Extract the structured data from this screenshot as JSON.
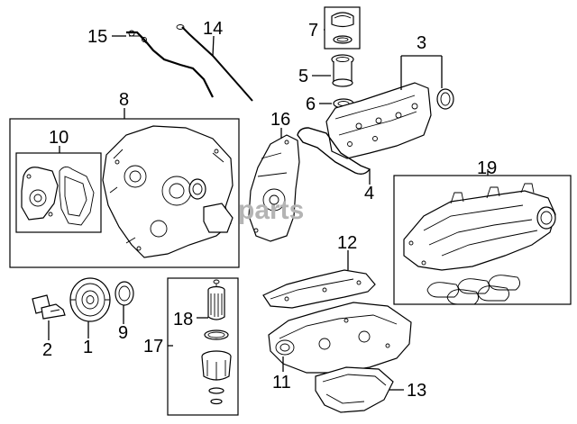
{
  "watermark": "parts",
  "callouts": [
    {
      "id": "c1",
      "text": "1"
    },
    {
      "id": "c2",
      "text": "2"
    },
    {
      "id": "c3",
      "text": "3"
    },
    {
      "id": "c4",
      "text": "4"
    },
    {
      "id": "c5",
      "text": "5"
    },
    {
      "id": "c6",
      "text": "6"
    },
    {
      "id": "c7",
      "text": "7"
    },
    {
      "id": "c8",
      "text": "8"
    },
    {
      "id": "c9",
      "text": "9"
    },
    {
      "id": "c10",
      "text": "10"
    },
    {
      "id": "c11",
      "text": "11"
    },
    {
      "id": "c12",
      "text": "12"
    },
    {
      "id": "c13",
      "text": "13"
    },
    {
      "id": "c14",
      "text": "14"
    },
    {
      "id": "c15",
      "text": "15"
    },
    {
      "id": "c16",
      "text": "16"
    },
    {
      "id": "c17",
      "text": "17"
    },
    {
      "id": "c18",
      "text": "18"
    },
    {
      "id": "c19",
      "text": "19"
    }
  ],
  "colors": {
    "line": "#000000",
    "background": "#ffffff",
    "watermark": "#b4b4b4"
  }
}
